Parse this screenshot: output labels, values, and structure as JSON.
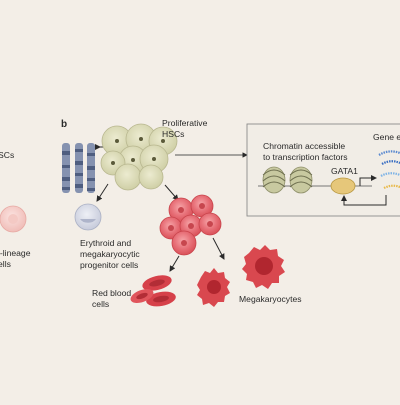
{
  "panel_b": {
    "letter": "b",
    "proliferative_hscs": [
      "Proliferative",
      "HSCs"
    ],
    "erythroid_progenitors": [
      "Erythroid and",
      "megakaryocytic",
      "progenitor cells"
    ],
    "red_blood_cells": [
      "Red blood",
      "cells"
    ],
    "megakaryocytes": "Megakaryocytes"
  },
  "left_edge": {
    "hscs_fragment": "SCs",
    "lineage_fragment": [
      "l-lineage",
      "ells"
    ]
  },
  "inset": {
    "chromatin_label": [
      "Chromatin accessible",
      "to transcription factors"
    ],
    "gene_expression_fragment": "Gene e",
    "gata1_label": "GATA1"
  },
  "colors": {
    "background": "#f3eee7",
    "hsc_fill": "#dcdcb8",
    "progenitor_fill": "#e7717a",
    "rbc_fill": "#d94148",
    "megakaryocyte_fill": "#d9484f",
    "chromosome": "#8190ad",
    "lymphoid_cell": "#d4d8e6",
    "inset_panel": "#f1ede6"
  }
}
